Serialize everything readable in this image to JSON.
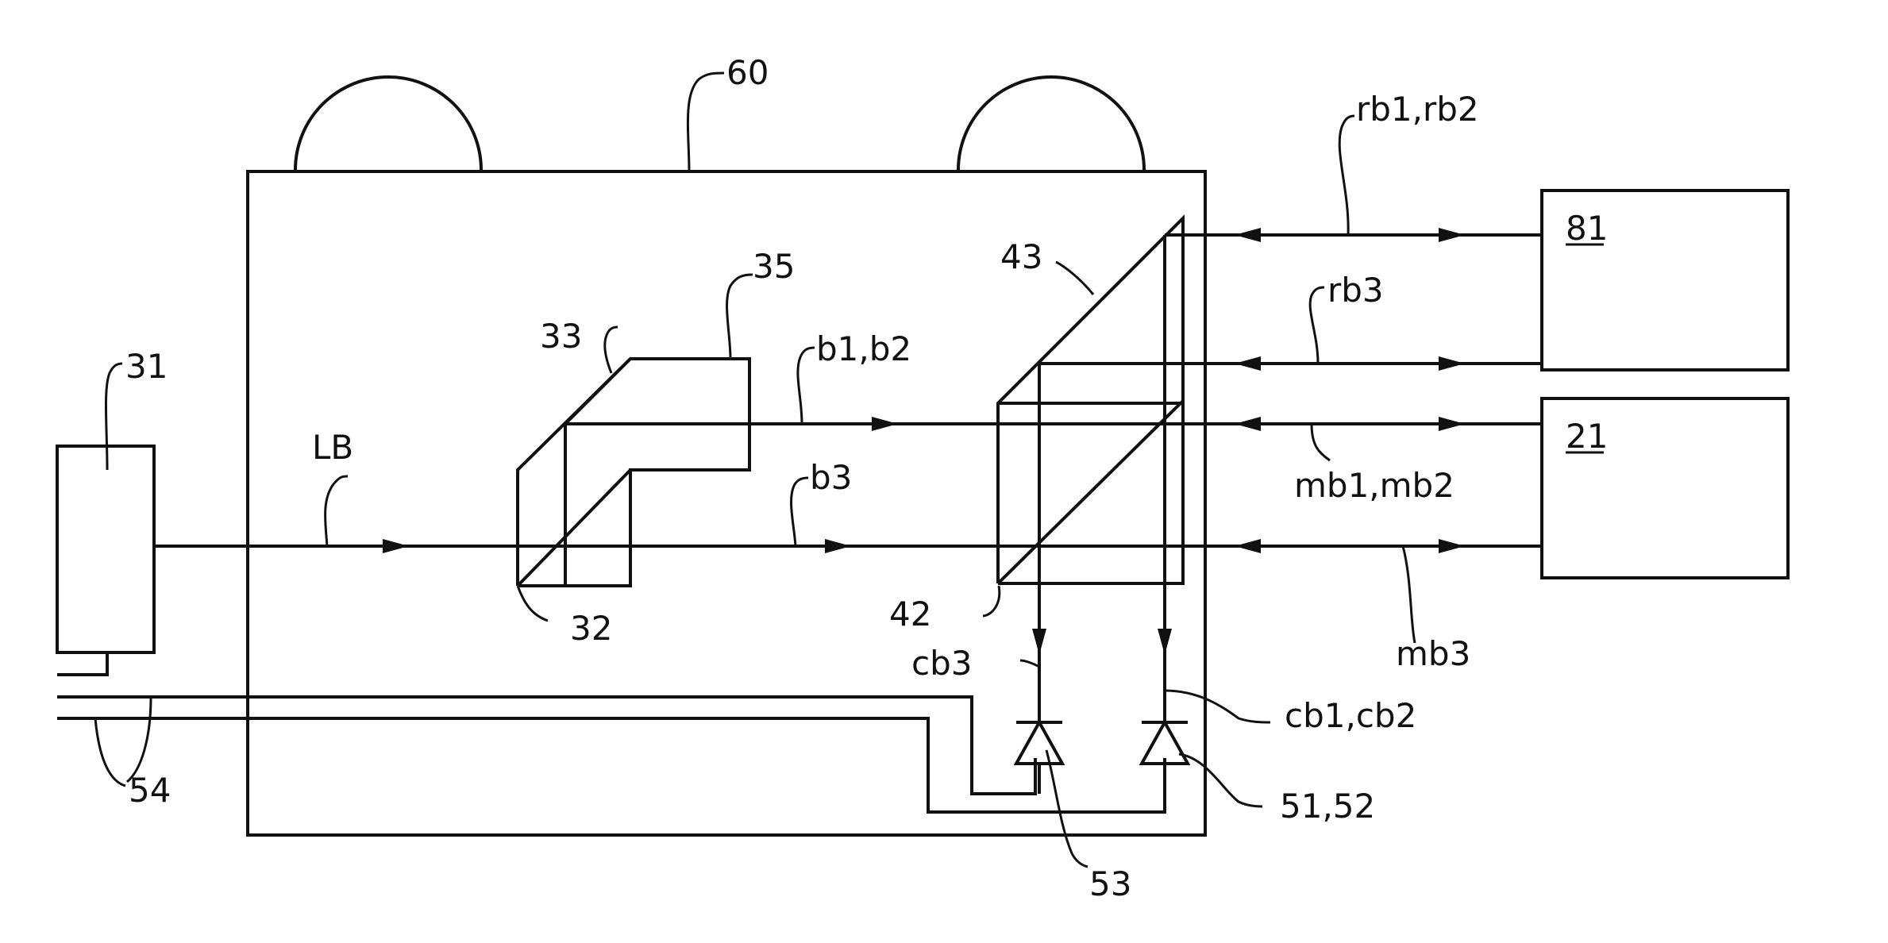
{
  "labels": {
    "housing": "60",
    "light_source": "31",
    "laser_beam": "LB",
    "splitter_first": "32",
    "splitter_second": "33",
    "block": "35",
    "beam_b12": "b1,b2",
    "beam_b3": "b3",
    "prism_lower": "42",
    "prism_upper": "43",
    "beam_rb12": "rb1,rb2",
    "beam_rb3": "rb3",
    "beam_mb12": "mb1,mb2",
    "beam_mb3": "mb3",
    "beam_cb3": "cb3",
    "beam_cb12": "cb1,cb2",
    "detector_53": "53",
    "detector_5152": "51,52",
    "wire": "54",
    "box_upper": "81",
    "box_lower": "21"
  },
  "colors": {
    "line": "#111111",
    "background": "#ffffff"
  }
}
